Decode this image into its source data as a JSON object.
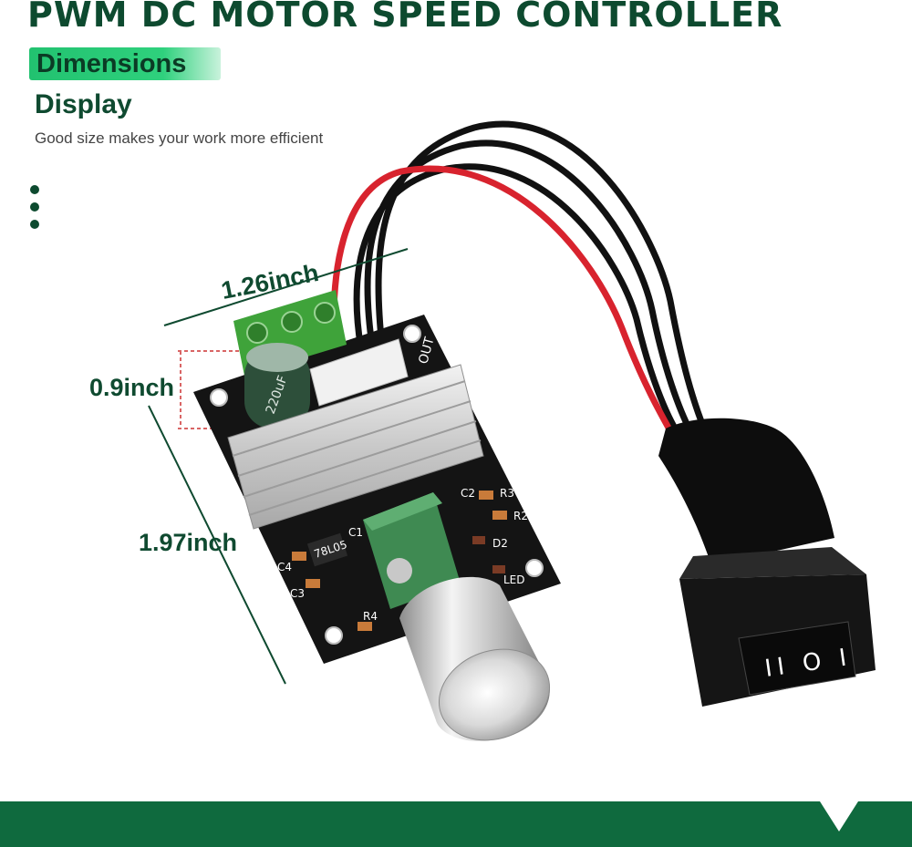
{
  "header": {
    "title": "PWM DC MOTOR SPEED CONTROLLER",
    "badge": "Dimensions",
    "subtitle": "Display",
    "tagline": "Good size makes your work more efficient"
  },
  "dimensions": {
    "width_label": "1.26inch",
    "height_label": "0.9inch",
    "length_label": "1.97inch"
  },
  "pcb_marks": {
    "capacitor": "220uF",
    "out_label": "OUT",
    "regulator": "78L05",
    "c1": "C1",
    "c2": "C2",
    "c3": "C3",
    "c4": "C4",
    "r2": "R2",
    "r3": "R3",
    "r4": "R4",
    "d2": "D2",
    "led": "LED"
  },
  "switch": {
    "symbols": "II O I"
  },
  "colors": {
    "brand_dark_green": "#0d4a2f",
    "badge_green": "#2fd17d",
    "footer_green": "#0f6a3e",
    "wire_red": "#d8232e",
    "wire_black": "#111111",
    "pcb": "#141414",
    "terminal_green": "#3fa33a"
  },
  "icons": {
    "bullet": "dot-icon",
    "footer_arrow": "chevron-down-icon"
  }
}
